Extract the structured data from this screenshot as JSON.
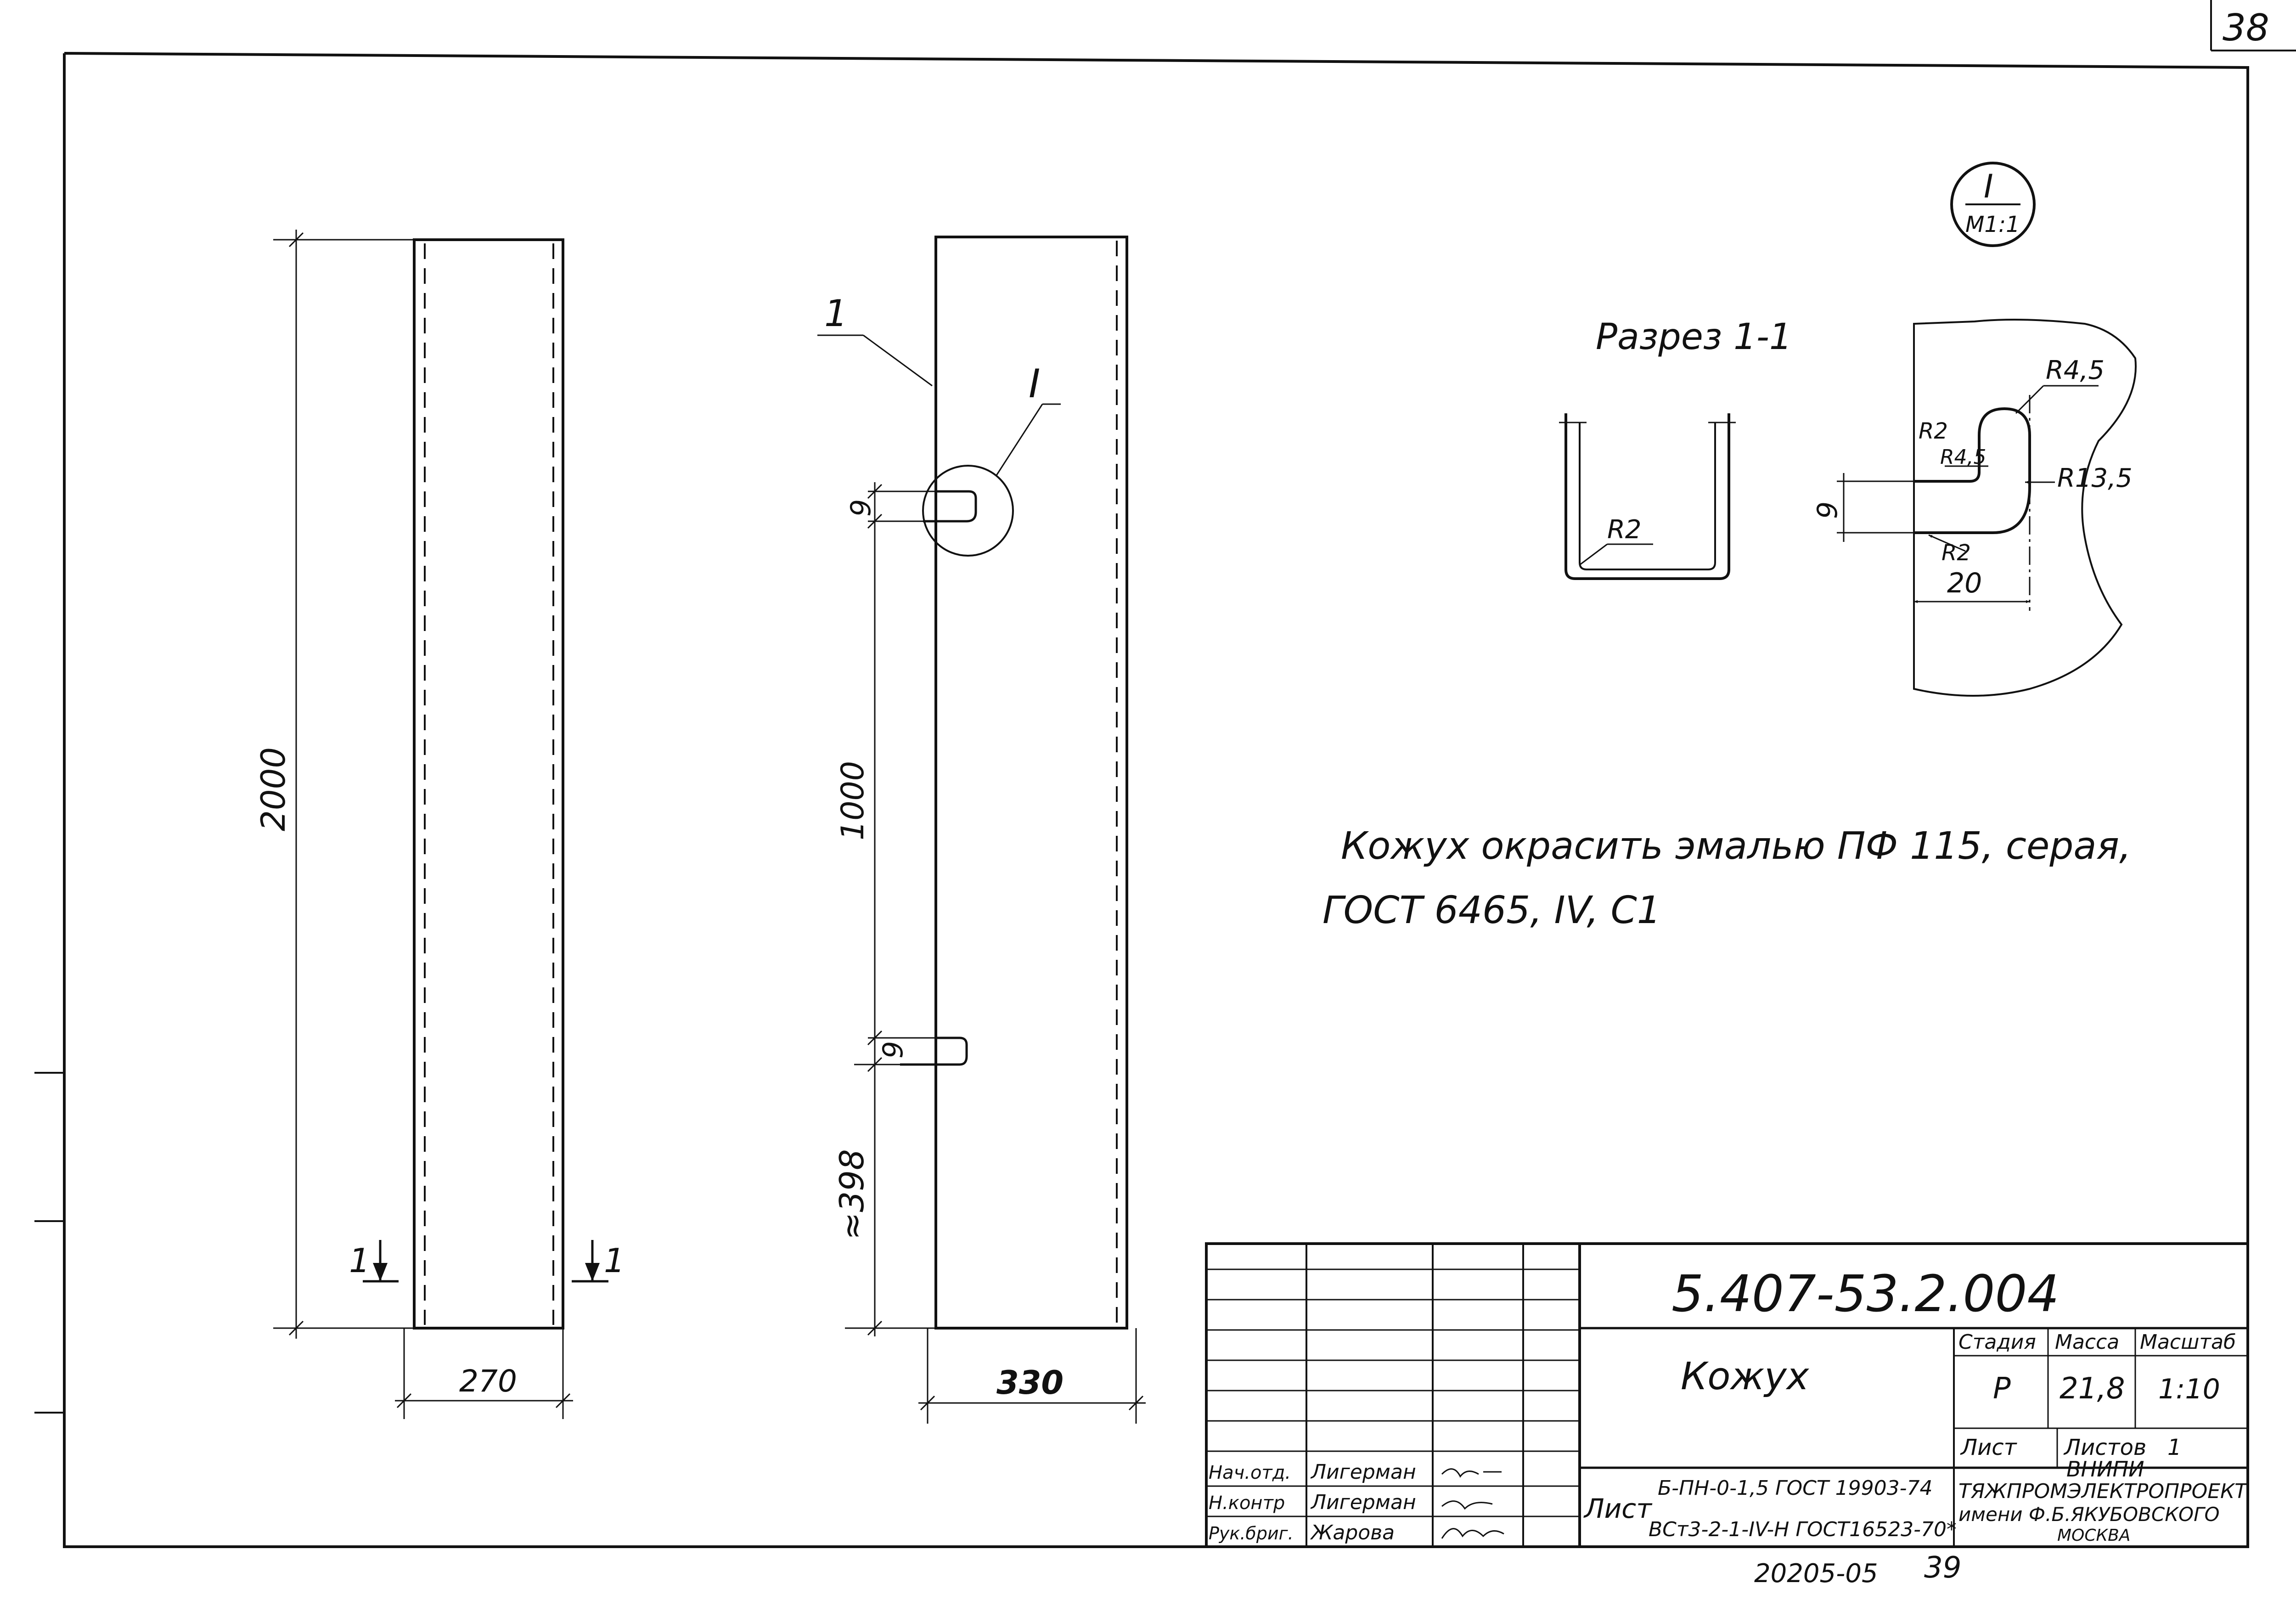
{
  "sheet": {
    "corner_number": "38",
    "footer_inventory": "20205-05",
    "footer_page": "39"
  },
  "view_left": {
    "height_dim": "2000",
    "width_dim": "270",
    "section_mark_left": "1",
    "section_mark_right": "1"
  },
  "view_middle": {
    "part_callout": "1",
    "detail_callout": "I",
    "dim_upper_gap": "9",
    "dim_middle": "1000",
    "dim_lower_gap": "9",
    "dim_bottom": "≈398",
    "width_dim": "330"
  },
  "section_view": {
    "title": "Разрез 1-1",
    "radius_label": "R2"
  },
  "detail_view": {
    "marker_top": "I",
    "marker_bottom": "М1:1",
    "r_top": "R4,5",
    "r_left_top": "R2",
    "r_left_inner": "R4,5",
    "r_right": "R13,5",
    "r_left_bottom": "R2",
    "dim_height": "9",
    "dim_width": "20"
  },
  "note": {
    "line1": "Кожух окрасить эмалью ПФ 115, серая,",
    "line2": "ГОСТ 6465, IV, С1"
  },
  "title_block": {
    "document_code": "5.407-53.2.004",
    "name": "Кожух",
    "stage_header": "Стадия",
    "mass_header": "Масса",
    "scale_header": "Масштаб",
    "stage_value": "Р",
    "mass_value": "21,8",
    "scale_value": "1:10",
    "sheet_label": "Лист",
    "sheets_label": "Листов",
    "sheets_value": "1",
    "material_label": "Лист",
    "material_line1": "Б-ПН-0-1,5 ГОСТ 19903-74",
    "material_line2": "ВСт3-2-1-IV-Н ГОСТ16523-70*",
    "org_line1": "ВНИПИ",
    "org_line2": "ТЯЖПРОМЭЛЕКТРОПРОЕКТ",
    "org_line3": "имени Ф.Б.ЯКУБОВСКОГО",
    "org_line4": "МОСКВА",
    "staff": [
      {
        "role": "Нач.отд.",
        "name": "Лигерман"
      },
      {
        "role": "Н.контр",
        "name": "Лигерман"
      },
      {
        "role": "Рук.бриг.",
        "name": "Жарова"
      }
    ]
  }
}
